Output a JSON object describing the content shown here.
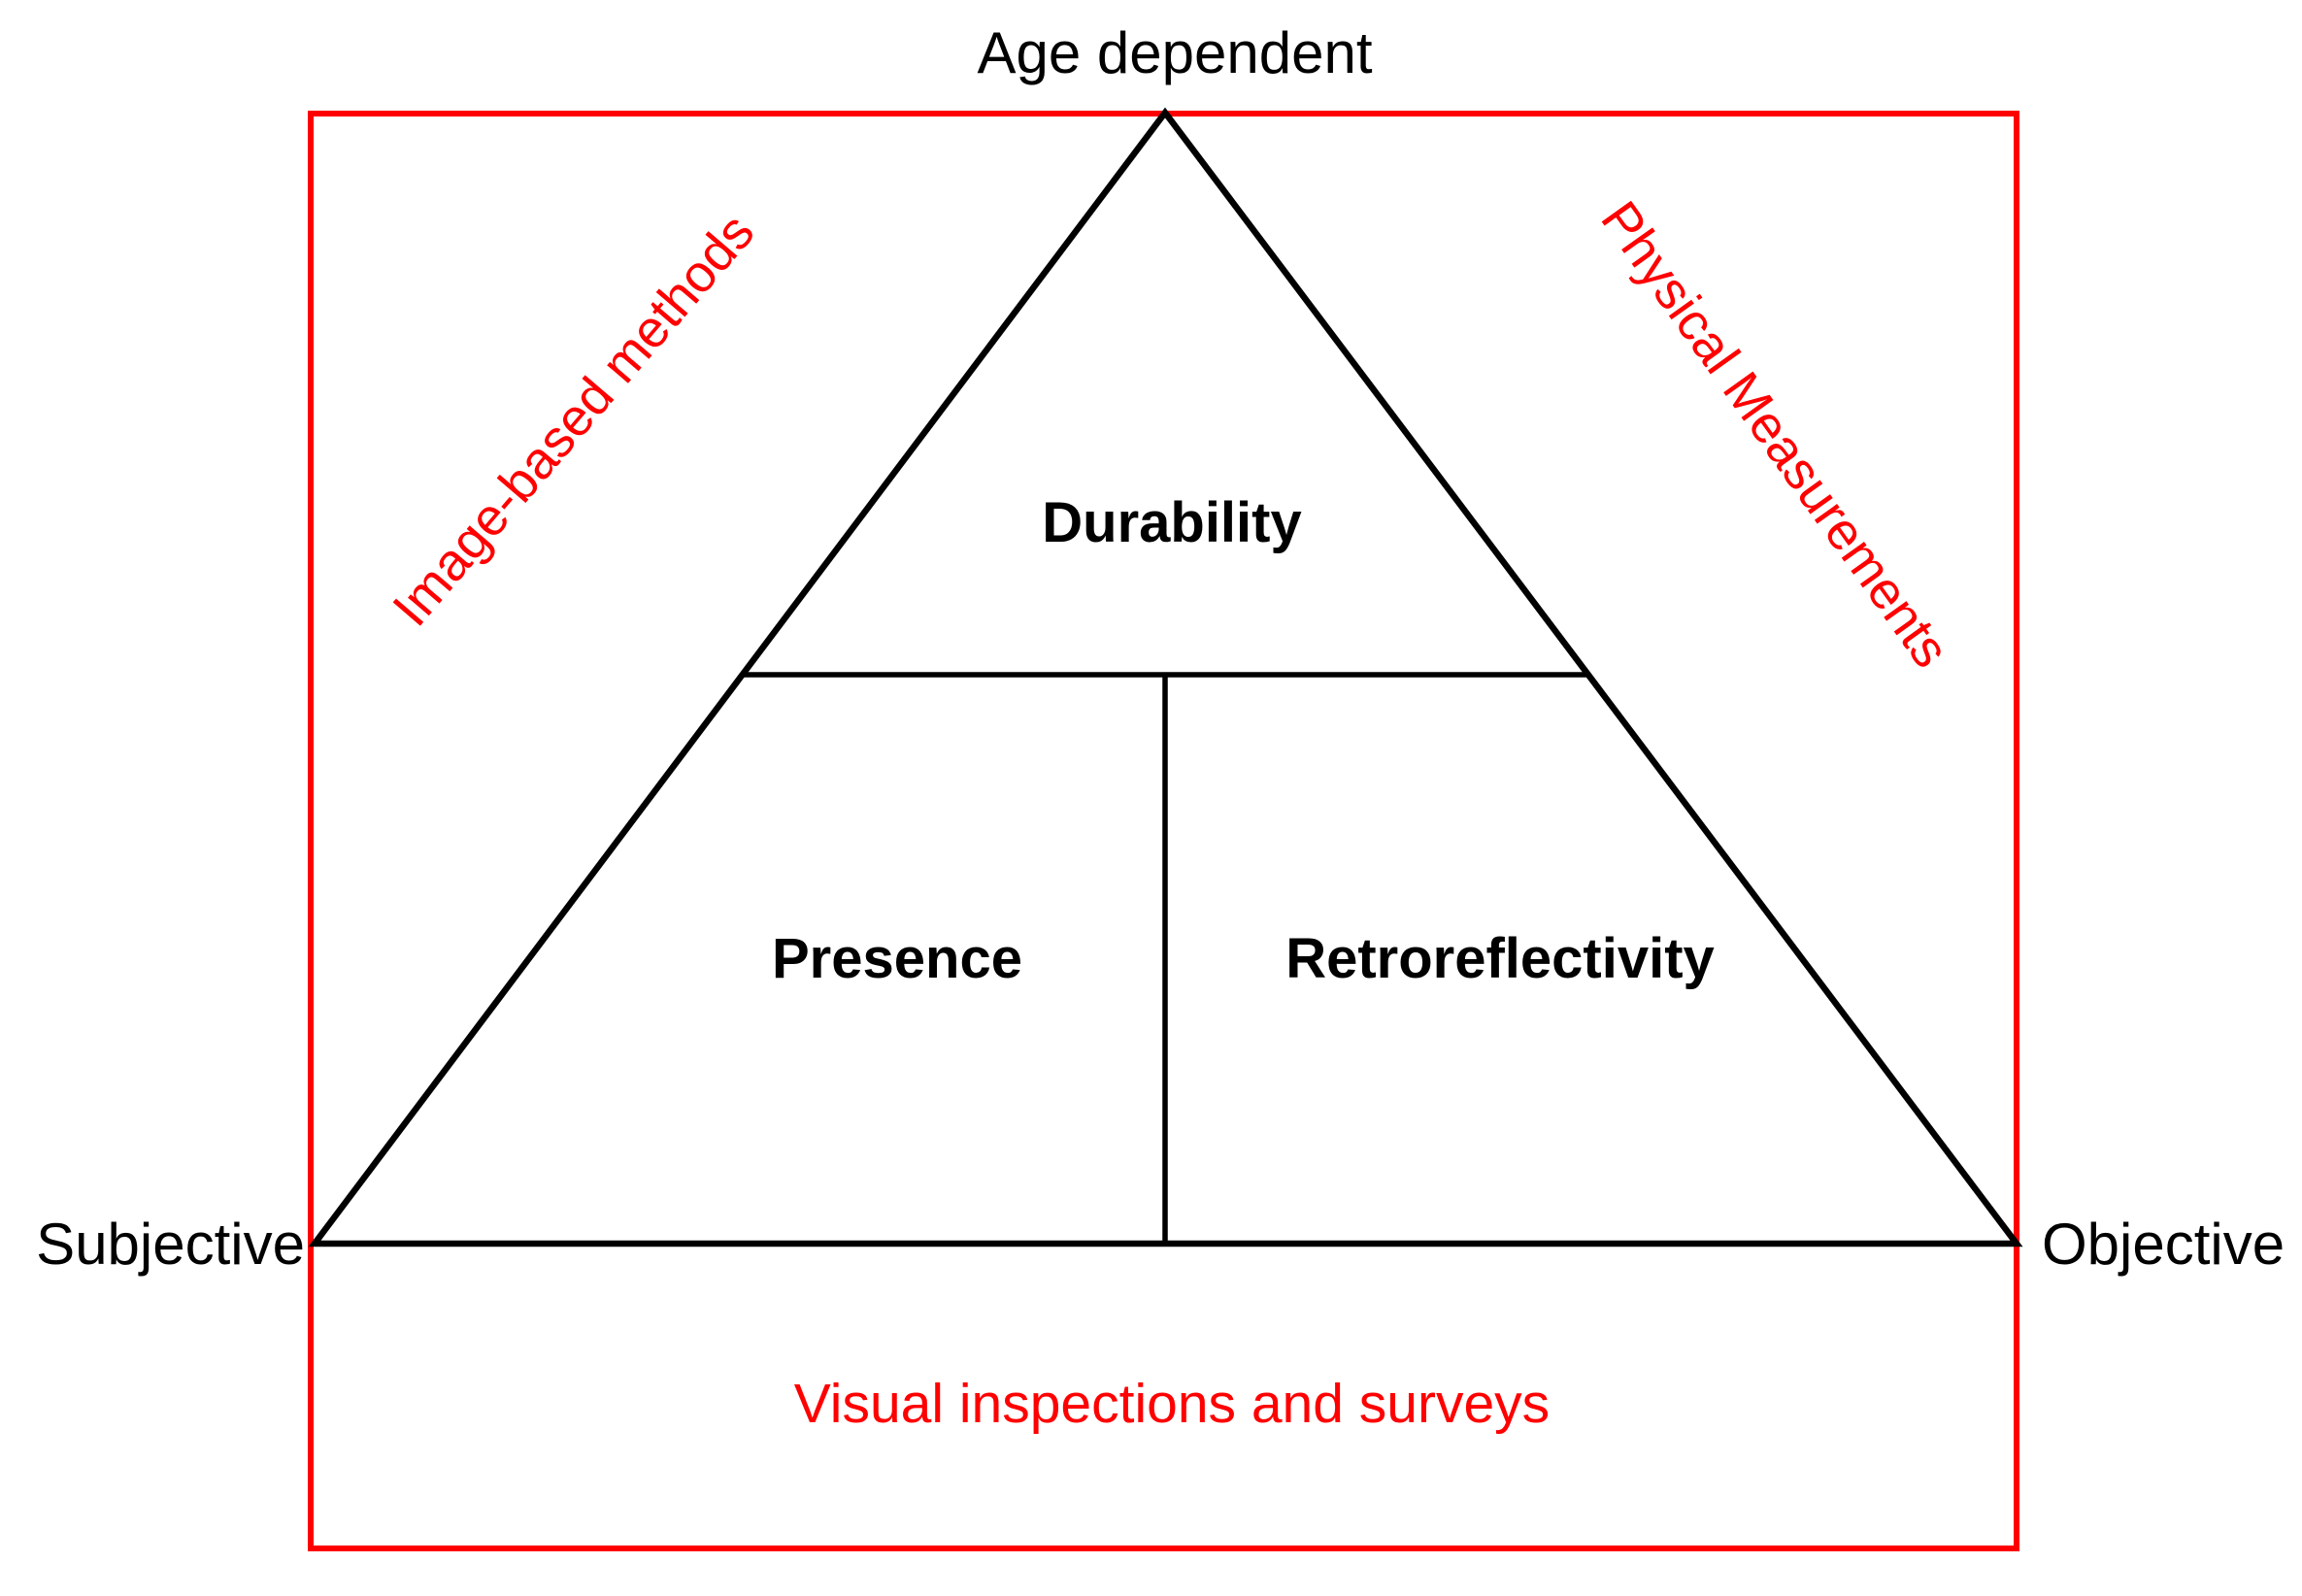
{
  "diagram": {
    "top_label": "Age dependent",
    "left_label": "Subjective",
    "right_label": "Objective",
    "triangle_sections": {
      "top": "Durability",
      "bottom_left": "Presence",
      "bottom_right": "Retroreflectivity"
    },
    "annotations": {
      "left_diagonal": "Image-based methods",
      "right_diagonal": "Physical Measurements",
      "bottom": "Visual inspections and surveys"
    },
    "colors": {
      "border": "#FF0000",
      "annotation": "#FF0000",
      "line": "#000000"
    }
  }
}
